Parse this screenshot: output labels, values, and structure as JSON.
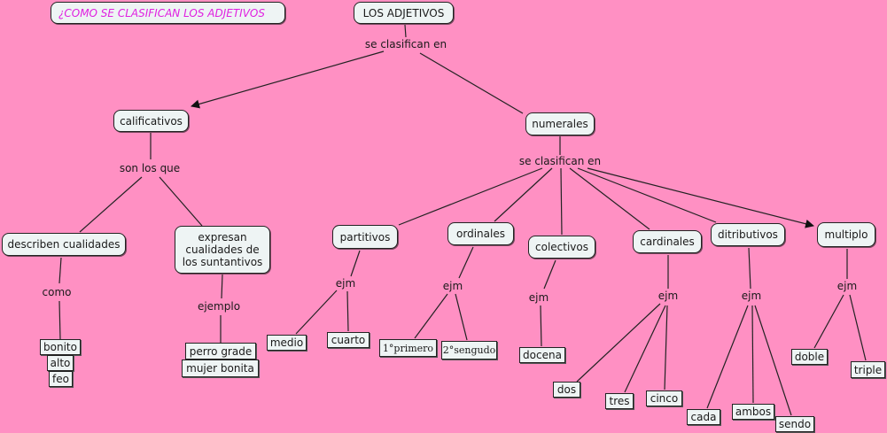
{
  "title": "¿COMO SE CLASIFICAN LOS ADJETIVOS",
  "root": "LOS ADJETIVOS",
  "root_link": "se clasifican en",
  "calificativos": {
    "label": "calificativos",
    "link": "son los que",
    "describen": {
      "label": "describen cualidades",
      "link": "como",
      "examples": [
        "bonito",
        "alto",
        "feo"
      ]
    },
    "expresan": {
      "label": "expresan cualidades de los suntantivos",
      "link": "ejemplo",
      "examples": [
        "perro grade",
        "mujer bonita"
      ]
    }
  },
  "numerales": {
    "label": "numerales",
    "link": "se clasifican en",
    "types": [
      {
        "label": "partitivos",
        "link": "ejm",
        "examples": [
          "medio",
          "cuarto"
        ]
      },
      {
        "label": "ordinales",
        "link": "ejm",
        "examples": [
          "1°primero",
          "2°sengudo"
        ]
      },
      {
        "label": "colectivos",
        "link": "ejm",
        "examples": [
          "docena"
        ]
      },
      {
        "label": "cardinales",
        "link": "ejm",
        "examples": [
          "dos",
          "tres",
          "cinco"
        ]
      },
      {
        "label": "ditributivos",
        "link": "ejm",
        "examples": [
          "cada",
          "ambos",
          "sendo"
        ]
      },
      {
        "label": "multiplo",
        "link": "ejm",
        "examples": [
          "doble",
          "triple"
        ]
      }
    ]
  }
}
